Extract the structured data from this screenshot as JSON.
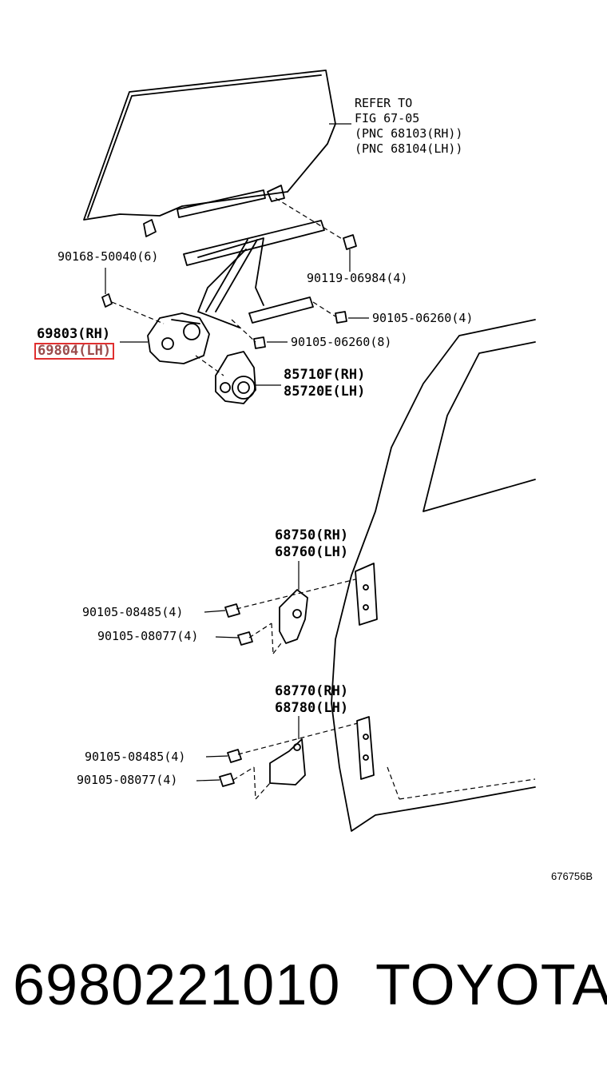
{
  "refer_note": {
    "line1": "REFER TO",
    "line2": "FIG 67-05",
    "line3": "(PNC 68103(RH))",
    "line4": "(PNC 68104(LH))"
  },
  "labels": {
    "bolt_90168": "90168-50040(6)",
    "bolt_90119": "90119-06984(4)",
    "bolt_90105_a": "90105-06260(4)",
    "bolt_90105_b": "90105-06260(8)",
    "regulator_rh": "69803(RH)",
    "regulator_lh": "69804(LH)",
    "motor_rh": "85710F(RH)",
    "motor_lh": "85720E(LH)",
    "upper_hinge_rh": "68750(RH)",
    "upper_hinge_lh": "68760(LH)",
    "bolt_08485_a": "90105-08485(4)",
    "bolt_08077_a": "90105-08077(4)",
    "lower_hinge_rh": "68770(RH)",
    "lower_hinge_lh": "68780(LH)",
    "bolt_08485_b": "90105-08485(4)",
    "bolt_08077_b": "90105-08077(4)"
  },
  "diagram_code": "676756B",
  "footer": {
    "part_number": "6980221010",
    "brand": "TOYOTA"
  }
}
